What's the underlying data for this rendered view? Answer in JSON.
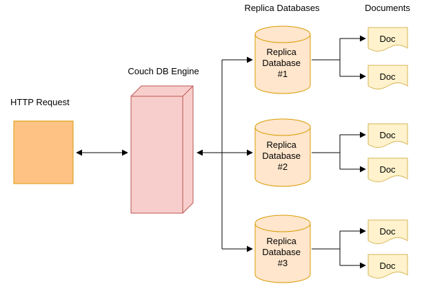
{
  "diagram": {
    "labels": {
      "http_request": "HTTP Request",
      "engine": "Couch DB Engine",
      "replicas_header": "Replica Databases",
      "documents_header": "Documents"
    },
    "replicas": [
      {
        "name": "Replica Database #1",
        "lines": [
          "Replica",
          "Database",
          "#1"
        ],
        "documents": [
          "Doc",
          "Doc"
        ]
      },
      {
        "name": "Replica Database #2",
        "lines": [
          "Replica",
          "Database",
          "#2"
        ],
        "documents": [
          "Doc",
          "Doc"
        ]
      },
      {
        "name": "Replica Database #3",
        "lines": [
          "Replica",
          "Database",
          "#3"
        ],
        "documents": [
          "Doc",
          "Doc"
        ]
      }
    ],
    "colors": {
      "http_box_fill": "#FFC285",
      "http_box_stroke": "#D79B00",
      "engine_fill": "#F8CECC",
      "engine_stroke": "#B85450",
      "database_fill": "#FFE6CC",
      "database_stroke": "#D79B00",
      "document_fill": "#FFF2CC",
      "document_stroke": "#D6B656",
      "connector": "#000000",
      "text": "#000000",
      "background": "#FFFFFF"
    }
  }
}
